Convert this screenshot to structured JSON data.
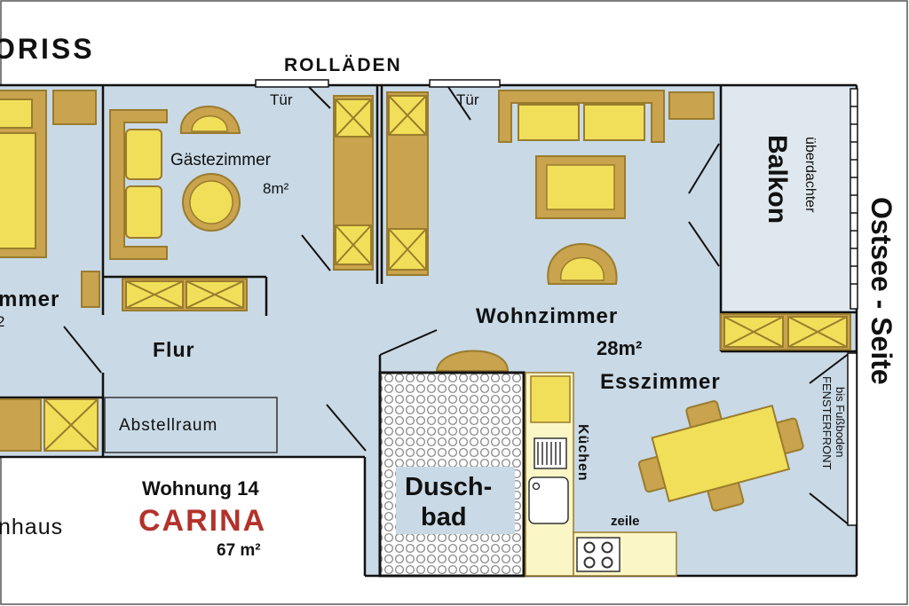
{
  "header": {
    "title_fragment": "ORISS",
    "rolladen": "ROLLÄDEN"
  },
  "doors": {
    "left": "Tür",
    "right": "Tür"
  },
  "rooms": {
    "gaestezimmer": {
      "name": "Gästezimmer",
      "area": "8m²"
    },
    "left_room": {
      "name_fragment": "mmer",
      "area_fragment": "2"
    },
    "flur": {
      "name": "Flur"
    },
    "abstellraum": {
      "name": "Abstellraum"
    },
    "wohnzimmer": {
      "name": "Wohnzimmer",
      "area": "28m²"
    },
    "esszimmer": {
      "name": "Esszimmer"
    },
    "duschbad": {
      "line1": "Dusch-",
      "line2": "bad"
    },
    "kueche": {
      "line1": "Küchen",
      "line2": "zeile"
    },
    "balkon": {
      "name": "Balkon",
      "qualifier": "überdachter"
    },
    "fensterfront": {
      "line1": "FENSTERFRONT",
      "line2": "bis Fußboden"
    }
  },
  "side_label": "Ostsee - Seite",
  "apartment": {
    "number": "Wohnung 14",
    "name": "CARINA",
    "area": "67 m²",
    "building_fragment": "nhaus"
  },
  "colors": {
    "floor": "#c9d9e6",
    "furniture_fill": "#f1df59",
    "furniture_stroke": "#9a7c2e",
    "wood": "#c9a34d",
    "wall": "#111111",
    "apartment_name": "#b3322a",
    "kitchen": "#fbf6c6"
  }
}
